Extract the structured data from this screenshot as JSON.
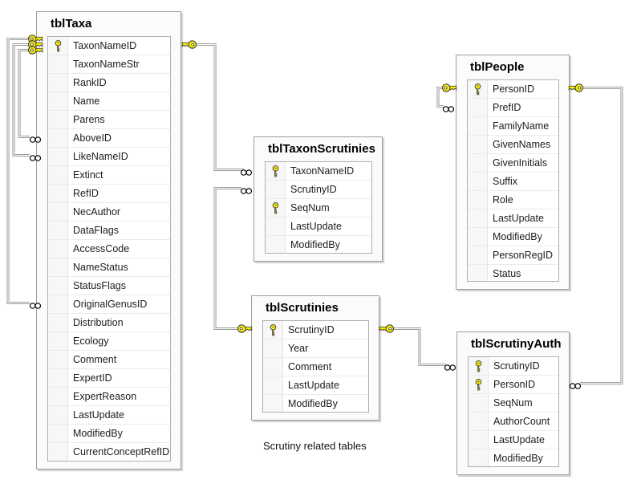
{
  "diagram": {
    "caption": "Scrutiny related tables",
    "colors": {
      "canvas": "#FFFFFF",
      "table_background": "#FBFBFB",
      "table_border": "#9E9E9E",
      "list_border": "#B0B0B0",
      "row_separator": "#EBEBEB",
      "relationship_line": "#8F8F8F",
      "key_yellow": "#FFF200",
      "icon_outline": "#4A4A4A"
    },
    "icon_legend": {
      "primary_key": "key-icon",
      "one_side_endpoint": "key-icon",
      "many_side_endpoint": "infinity-icon"
    },
    "tables": [
      {
        "id": "tblTaxa",
        "title": "tblTaxa",
        "fields": [
          {
            "name": "TaxonNameID",
            "pk": true
          },
          {
            "name": "TaxonNameStr",
            "pk": false
          },
          {
            "name": "RankID",
            "pk": false
          },
          {
            "name": "Name",
            "pk": false
          },
          {
            "name": "Parens",
            "pk": false
          },
          {
            "name": "AboveID",
            "pk": false
          },
          {
            "name": "LikeNameID",
            "pk": false
          },
          {
            "name": "Extinct",
            "pk": false
          },
          {
            "name": "RefID",
            "pk": false
          },
          {
            "name": "NecAuthor",
            "pk": false
          },
          {
            "name": "DataFlags",
            "pk": false
          },
          {
            "name": "AccessCode",
            "pk": false
          },
          {
            "name": "NameStatus",
            "pk": false
          },
          {
            "name": "StatusFlags",
            "pk": false
          },
          {
            "name": "OriginalGenusID",
            "pk": false
          },
          {
            "name": "Distribution",
            "pk": false
          },
          {
            "name": "Ecology",
            "pk": false
          },
          {
            "name": "Comment",
            "pk": false
          },
          {
            "name": "ExpertID",
            "pk": false
          },
          {
            "name": "ExpertReason",
            "pk": false
          },
          {
            "name": "LastUpdate",
            "pk": false
          },
          {
            "name": "ModifiedBy",
            "pk": false
          },
          {
            "name": "CurrentConceptRefID",
            "pk": false
          }
        ]
      },
      {
        "id": "tblTaxonScrutinies",
        "title": "tblTaxonScrutinies",
        "fields": [
          {
            "name": "TaxonNameID",
            "pk": true
          },
          {
            "name": "ScrutinyID",
            "pk": false
          },
          {
            "name": "SeqNum",
            "pk": true
          },
          {
            "name": "LastUpdate",
            "pk": false
          },
          {
            "name": "ModifiedBy",
            "pk": false
          }
        ]
      },
      {
        "id": "tblPeople",
        "title": "tblPeople",
        "fields": [
          {
            "name": "PersonID",
            "pk": true
          },
          {
            "name": "PrefID",
            "pk": false
          },
          {
            "name": "FamilyName",
            "pk": false
          },
          {
            "name": "GivenNames",
            "pk": false
          },
          {
            "name": "GivenInitials",
            "pk": false
          },
          {
            "name": "Suffix",
            "pk": false
          },
          {
            "name": "Role",
            "pk": false
          },
          {
            "name": "LastUpdate",
            "pk": false
          },
          {
            "name": "ModifiedBy",
            "pk": false
          },
          {
            "name": "PersonRegID",
            "pk": false
          },
          {
            "name": "Status",
            "pk": false
          }
        ]
      },
      {
        "id": "tblScrutinies",
        "title": "tblScrutinies",
        "fields": [
          {
            "name": "ScrutinyID",
            "pk": true
          },
          {
            "name": "Year",
            "pk": false
          },
          {
            "name": "Comment",
            "pk": false
          },
          {
            "name": "LastUpdate",
            "pk": false
          },
          {
            "name": "ModifiedBy",
            "pk": false
          }
        ]
      },
      {
        "id": "tblScrutinyAuth",
        "title": "tblScrutinyAuth",
        "fields": [
          {
            "name": "ScrutinyID",
            "pk": true
          },
          {
            "name": "PersonID",
            "pk": true
          },
          {
            "name": "SeqNum",
            "pk": false
          },
          {
            "name": "AuthorCount",
            "pk": false
          },
          {
            "name": "LastUpdate",
            "pk": false
          },
          {
            "name": "ModifiedBy",
            "pk": false
          }
        ]
      }
    ],
    "relationships": [
      {
        "id": "taxa_genus",
        "one": "tblTaxa.TaxonNameID",
        "many": "tblTaxa.OriginalGenusID"
      },
      {
        "id": "taxa_like",
        "one": "tblTaxa.TaxonNameID",
        "many": "tblTaxa.LikeNameID"
      },
      {
        "id": "taxa_above",
        "one": "tblTaxa.TaxonNameID",
        "many": "tblTaxa.AboveID"
      },
      {
        "id": "taxa_taxonscrutinies",
        "one": "tblTaxa.TaxonNameID",
        "many": "tblTaxonScrutinies.TaxonNameID"
      },
      {
        "id": "scrutinies_taxonscrutinies",
        "one": "tblScrutinies.ScrutinyID",
        "many": "tblTaxonScrutinies.ScrutinyID"
      },
      {
        "id": "scrutinies_scrutinyauth",
        "one": "tblScrutinies.ScrutinyID",
        "many": "tblScrutinyAuth.ScrutinyID"
      },
      {
        "id": "people_pref",
        "one": "tblPeople.PersonID",
        "many": "tblPeople.PrefID"
      },
      {
        "id": "people_scrutinyauth",
        "one": "tblPeople.PersonID",
        "many": "tblScrutinyAuth.PersonID"
      }
    ]
  }
}
